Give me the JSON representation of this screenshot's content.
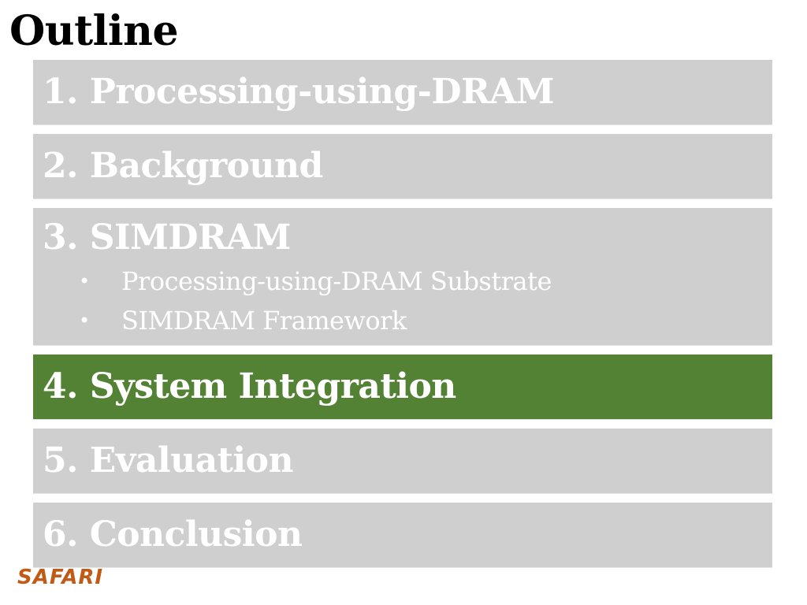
{
  "slide": {
    "title": "Outline"
  },
  "outline": {
    "items": [
      {
        "label": "1. Processing-using-DRAM"
      },
      {
        "label": "2. Background"
      },
      {
        "label": "3. SIMDRAM",
        "subitems": [
          "Processing-using-DRAM Substrate",
          "SIMDRAM Framework"
        ]
      },
      {
        "label": "4. System Integration"
      },
      {
        "label": "5. Evaluation"
      },
      {
        "label": "6. Conclusion"
      }
    ],
    "active_index": 3,
    "bullet_glyph": "•"
  },
  "footer": {
    "logo_text": "SAFARI"
  },
  "colors": {
    "inactive_bg": "#d0cfcf",
    "active_bg": "#548235",
    "text": "#ffffff",
    "logo": "#c05a14"
  }
}
